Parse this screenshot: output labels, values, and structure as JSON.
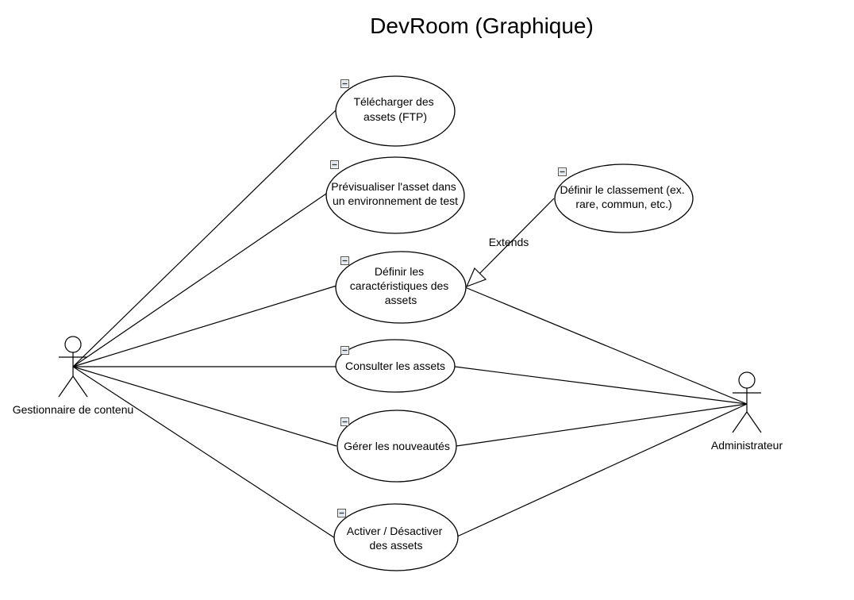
{
  "diagram": {
    "title": "DevRoom (Graphique)",
    "actors": [
      {
        "id": "gestionnaire",
        "label": "Gestionnaire de contenu"
      },
      {
        "id": "administrateur",
        "label": "Administrateur"
      }
    ],
    "use_cases": [
      {
        "id": "telecharger",
        "lines": [
          "Télécharger des",
          "assets (FTP)"
        ]
      },
      {
        "id": "previsualiser",
        "lines": [
          "Prévisualiser l'asset dans",
          "un environnement de test"
        ]
      },
      {
        "id": "definir-classement",
        "lines": [
          "Définir le classement (ex.",
          "rare, commun, etc.)"
        ]
      },
      {
        "id": "definir-caracteristiques",
        "lines": [
          "Définir les",
          "caractéristiques des",
          "assets"
        ]
      },
      {
        "id": "consulter",
        "lines": [
          "Consulter les assets"
        ]
      },
      {
        "id": "gerer-nouveautes",
        "lines": [
          "Gérer les nouveautés"
        ]
      },
      {
        "id": "activer-desactiver",
        "lines": [
          "Activer / Désactiver",
          "des assets"
        ]
      }
    ],
    "relationships": [
      {
        "type": "association",
        "from": "gestionnaire",
        "to": "telecharger"
      },
      {
        "type": "association",
        "from": "gestionnaire",
        "to": "previsualiser"
      },
      {
        "type": "association",
        "from": "gestionnaire",
        "to": "definir-caracteristiques"
      },
      {
        "type": "association",
        "from": "gestionnaire",
        "to": "consulter"
      },
      {
        "type": "association",
        "from": "gestionnaire",
        "to": "gerer-nouveautes"
      },
      {
        "type": "association",
        "from": "gestionnaire",
        "to": "activer-desactiver"
      },
      {
        "type": "association",
        "from": "administrateur",
        "to": "definir-caracteristiques"
      },
      {
        "type": "association",
        "from": "administrateur",
        "to": "consulter"
      },
      {
        "type": "association",
        "from": "administrateur",
        "to": "gerer-nouveautes"
      },
      {
        "type": "association",
        "from": "administrateur",
        "to": "activer-desactiver"
      },
      {
        "type": "extends",
        "from": "definir-classement",
        "to": "definir-caracteristiques",
        "label": "Extends"
      }
    ]
  }
}
